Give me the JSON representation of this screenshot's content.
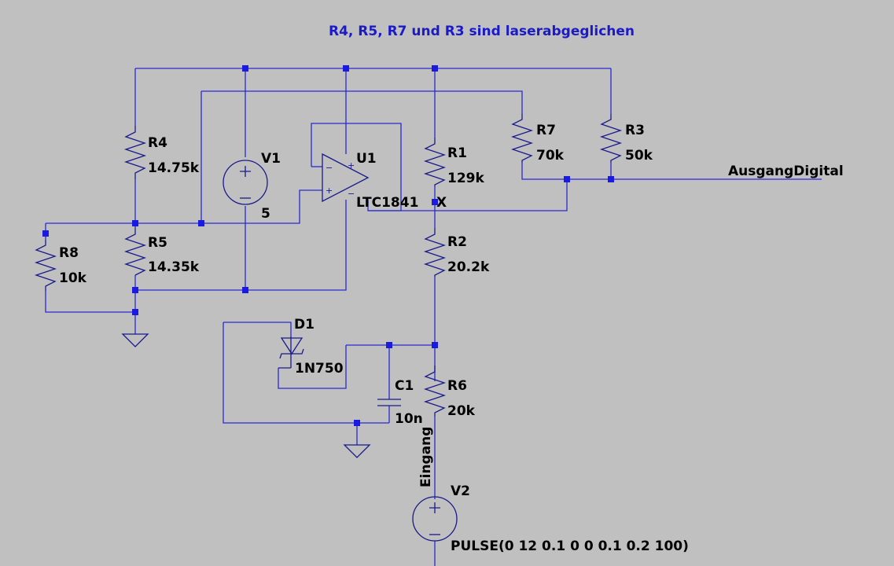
{
  "title": "R4, R5, R7 und R3 sind laserabgeglichen",
  "components": {
    "r4": {
      "ref": "R4",
      "value": "14.75k"
    },
    "r5": {
      "ref": "R5",
      "value": "14.35k"
    },
    "r8": {
      "ref": "R8",
      "value": "10k"
    },
    "r1": {
      "ref": "R1",
      "value": "129k"
    },
    "r2": {
      "ref": "R2",
      "value": "20.2k"
    },
    "r6": {
      "ref": "R6",
      "value": "20k"
    },
    "r7": {
      "ref": "R7",
      "value": "70k"
    },
    "r3": {
      "ref": "R3",
      "value": "50k"
    },
    "v1": {
      "ref": "V1",
      "value": "5"
    },
    "v2": {
      "ref": "V2",
      "value": "PULSE(0 12 0.1 0 0 0.1 0.2 100)"
    },
    "u1": {
      "ref": "U1",
      "value": "LTC1841"
    },
    "d1": {
      "ref": "D1",
      "value": "1N750"
    },
    "c1": {
      "ref": "C1",
      "value": "10n"
    }
  },
  "nets": {
    "output": "AusgangDigital",
    "input": "Eingang",
    "no_connect": "X"
  },
  "colors": {
    "background": "#c0c0c0",
    "wire": "#2a2ad0",
    "title": "#1a1ac8",
    "text": "#000000"
  }
}
